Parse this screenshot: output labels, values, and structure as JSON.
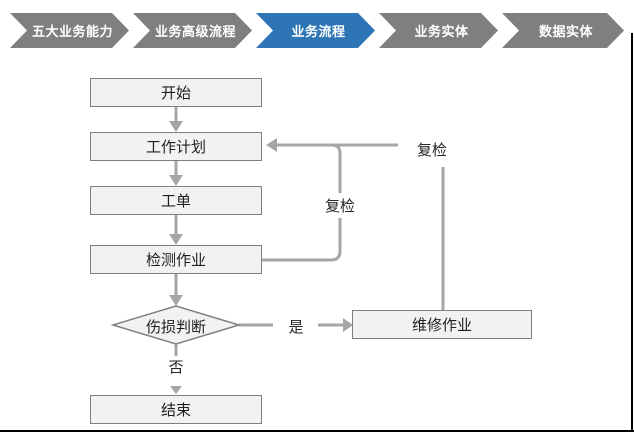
{
  "nav": {
    "active_color": "#2e75b6",
    "inactive_color": "#7f7f7f",
    "items": [
      {
        "label": "五大业务能力",
        "active": false
      },
      {
        "label": "业务高级流程",
        "active": false
      },
      {
        "label": "业务流程",
        "active": true
      },
      {
        "label": "业务实体",
        "active": false
      },
      {
        "label": "数据实体",
        "active": false
      }
    ]
  },
  "flowchart": {
    "nodes": {
      "start": "开始",
      "work_plan": "工作计划",
      "work_order": "工单",
      "inspection": "检测作业",
      "damage_decision": "伤损判断",
      "repair": "维修作业",
      "end": "结束"
    },
    "labels": {
      "recheck_left": "复检",
      "recheck_right": "复检",
      "yes": "是",
      "no": "否"
    },
    "colors": {
      "node_fill": "#f2f2f2",
      "node_border": "#7f7f7f",
      "connector": "#a6a6a6",
      "text": "#1f1f1f"
    }
  }
}
